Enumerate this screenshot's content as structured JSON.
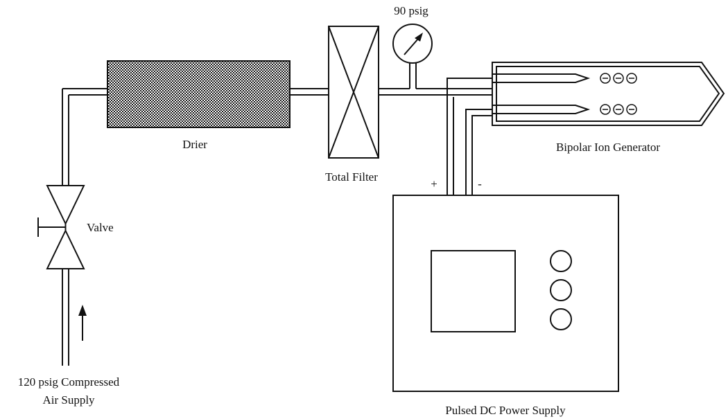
{
  "labels": {
    "gauge": "90 psig",
    "drier": "Drier",
    "filter": "Total Filter",
    "ion_generator": "Bipolar Ion Generator",
    "valve": "Valve",
    "supply_line1": "120 psig Compressed",
    "supply_line2": "Air Supply",
    "power_supply": "Pulsed DC Power Supply",
    "plus": "+",
    "minus": "-"
  },
  "ion_symbol": "⊖",
  "colors": {
    "line": "#111111",
    "background": "#ffffff"
  }
}
